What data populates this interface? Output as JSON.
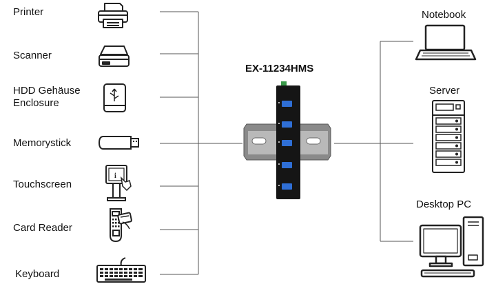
{
  "hub": {
    "model": "EX-11234HMS",
    "port_count": 5
  },
  "peripherals": [
    {
      "label_lines": [
        "Printer"
      ],
      "icon": "printer-icon"
    },
    {
      "label_lines": [
        "Scanner"
      ],
      "icon": "scanner-icon"
    },
    {
      "label_lines": [
        "HDD Gehäuse",
        "Enclosure"
      ],
      "icon": "hdd-enclosure-icon"
    },
    {
      "label_lines": [
        "Memorystick"
      ],
      "icon": "usb-stick-icon"
    },
    {
      "label_lines": [
        "Touchscreen"
      ],
      "icon": "touchscreen-kiosk-icon"
    },
    {
      "label_lines": [
        "Card Reader"
      ],
      "icon": "card-reader-icon"
    },
    {
      "label_lines": [
        "Keyboard"
      ],
      "icon": "keyboard-icon"
    }
  ],
  "hosts": [
    {
      "label": "Notebook",
      "icon": "notebook-icon"
    },
    {
      "label": "Server",
      "icon": "server-icon"
    },
    {
      "label": "Desktop PC",
      "icon": "desktop-pc-icon"
    }
  ],
  "colors": {
    "line": "#555555",
    "hub_body": "#151515",
    "rail": "#8a8a8a",
    "port": "#2f6fd6",
    "terminal": "#3a9a4a"
  }
}
